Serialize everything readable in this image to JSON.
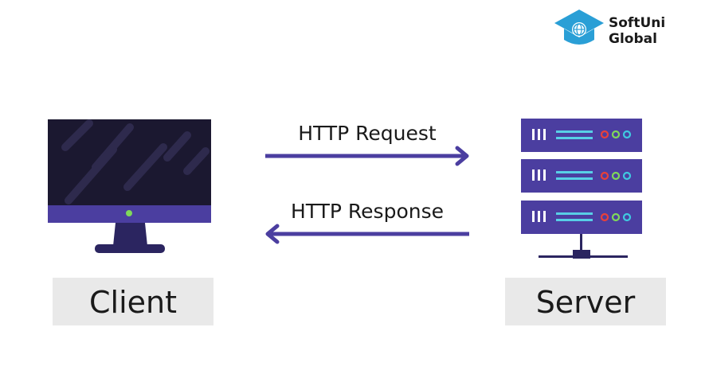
{
  "brand": {
    "line1": "SoftUni",
    "line2": "Global",
    "icon": "graduation-cap-globe-icon"
  },
  "arrows": {
    "request": {
      "label": "HTTP Request",
      "direction": "right"
    },
    "response": {
      "label": "HTTP Response",
      "direction": "left"
    }
  },
  "client": {
    "label": "Client",
    "icon": "desktop-monitor-icon"
  },
  "server": {
    "label": "Server",
    "icon": "server-rack-icon"
  },
  "colors": {
    "primary": "#4b3ea0",
    "dark": "#2b2560",
    "screen": "#1b1830",
    "label_box": "#e9e9e9",
    "brand_blue": "#2a9fd6",
    "text": "#1a1a1a",
    "led_red": "#e8403a",
    "led_green": "#7fd85a",
    "led_cyan": "#3fc9e0",
    "bar_cyan": "#58cfe6"
  }
}
